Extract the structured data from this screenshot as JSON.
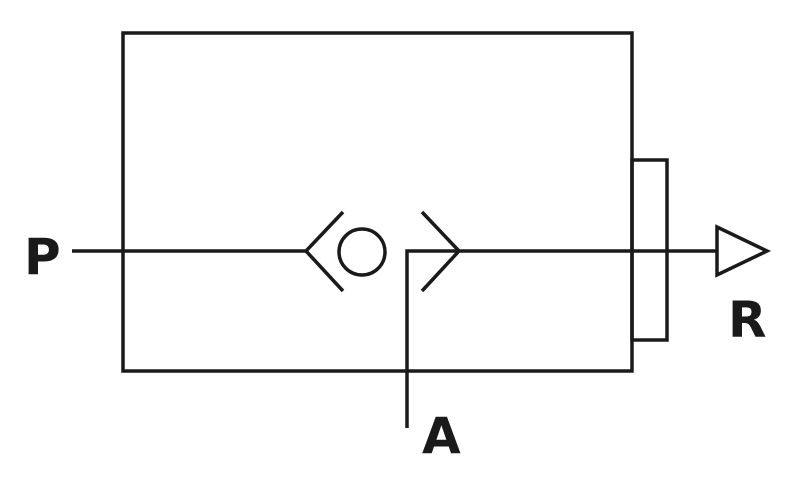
{
  "symbol": {
    "ports": {
      "pressure": "P",
      "return": "R",
      "work": "A"
    },
    "colors": {
      "line": "#1a1a1a",
      "background": "#ffffff"
    }
  }
}
